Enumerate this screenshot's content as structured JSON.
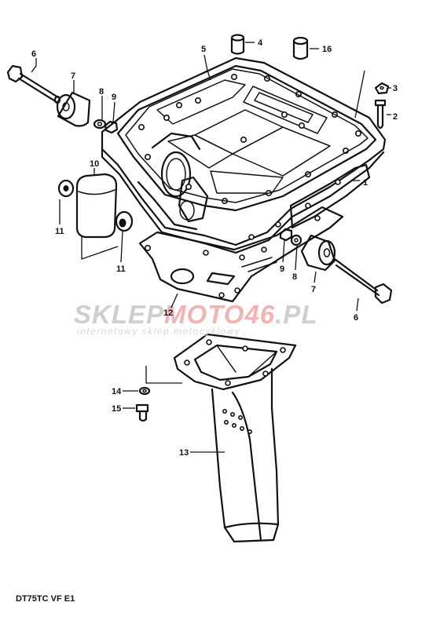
{
  "callouts": [
    {
      "id": "1",
      "text": "1"
    },
    {
      "id": "2",
      "text": "2"
    },
    {
      "id": "3",
      "text": "3"
    },
    {
      "id": "4",
      "text": "4"
    },
    {
      "id": "5",
      "text": "5"
    },
    {
      "id": "6a",
      "text": "6"
    },
    {
      "id": "6b",
      "text": "6"
    },
    {
      "id": "7a",
      "text": "7"
    },
    {
      "id": "7b",
      "text": "7"
    },
    {
      "id": "8a",
      "text": "8"
    },
    {
      "id": "8b",
      "text": "8"
    },
    {
      "id": "9a",
      "text": "9"
    },
    {
      "id": "9b",
      "text": "9"
    },
    {
      "id": "10",
      "text": "10"
    },
    {
      "id": "11a",
      "text": "11"
    },
    {
      "id": "11b",
      "text": "11"
    },
    {
      "id": "12",
      "text": "12"
    },
    {
      "id": "13",
      "text": "13"
    },
    {
      "id": "14",
      "text": "14"
    },
    {
      "id": "15",
      "text": "15"
    },
    {
      "id": "16",
      "text": "16"
    }
  ],
  "model_code": "DT75TC VF E1",
  "watermark": {
    "brand_part1": "SKLEP",
    "brand_part2": "MOTO",
    "brand_part3": "46",
    "brand_part4": ".PL",
    "tagline": "internetowy sklep motocyklowy",
    "gray_color": "#cfcfcf",
    "red_color": "#f3b3b3"
  }
}
